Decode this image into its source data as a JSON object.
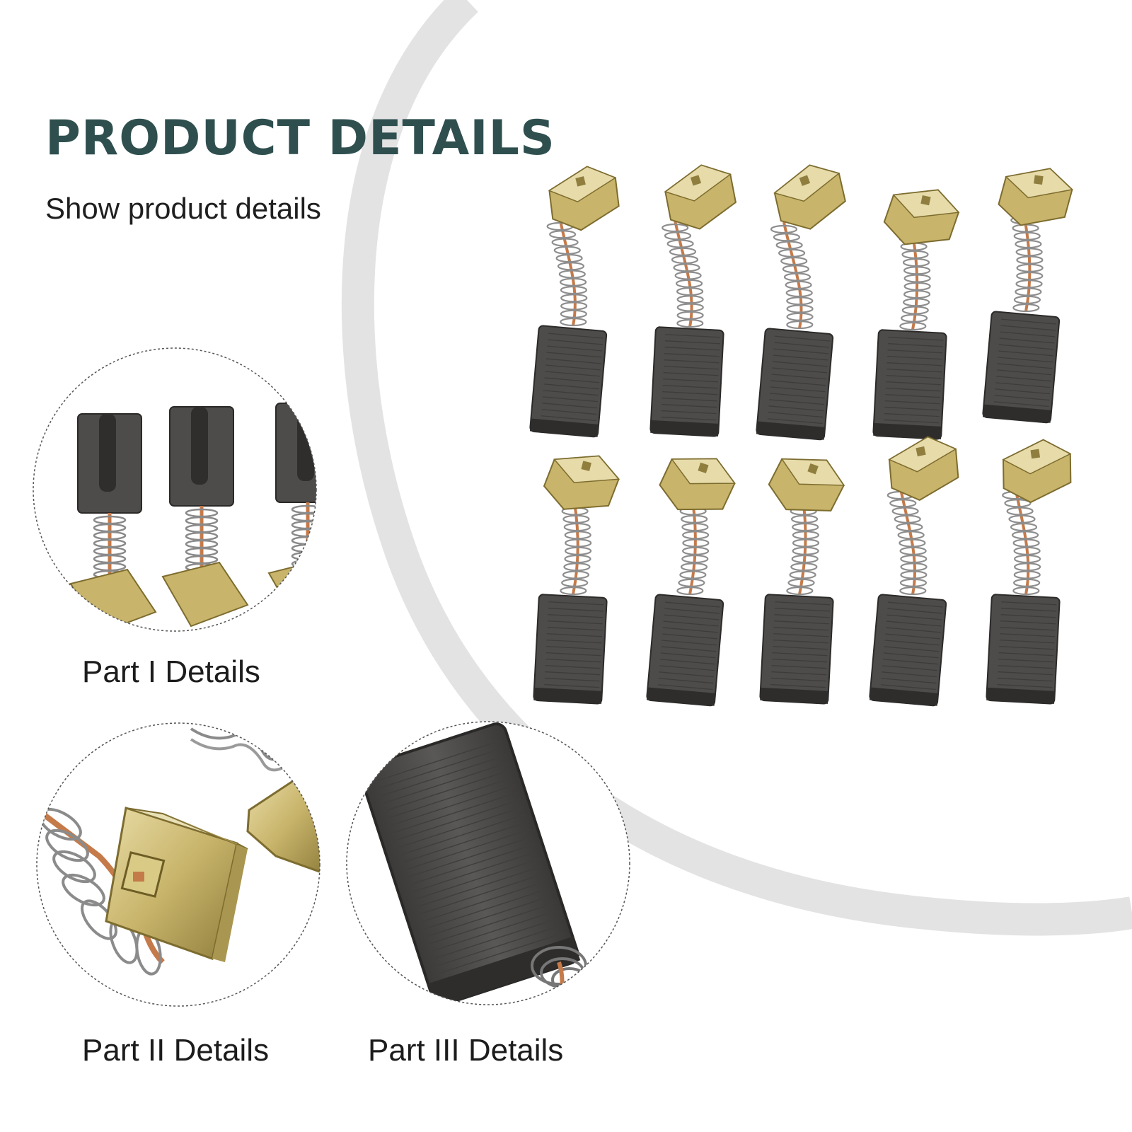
{
  "header": {
    "title": "PRODUCT DETAILS",
    "subtitle": "Show product details"
  },
  "details": [
    {
      "caption": "Part I Details"
    },
    {
      "caption": "Part II Details"
    },
    {
      "caption": "Part III Details"
    }
  ],
  "product": {
    "item_count": 10,
    "rows": 2,
    "per_row": 5
  },
  "colors": {
    "title": "#2f4f4f",
    "carbon": "#4e4c4b",
    "brass": "#c8b46a",
    "copper": "#c57a4a",
    "arc": "#e3e3e3"
  }
}
